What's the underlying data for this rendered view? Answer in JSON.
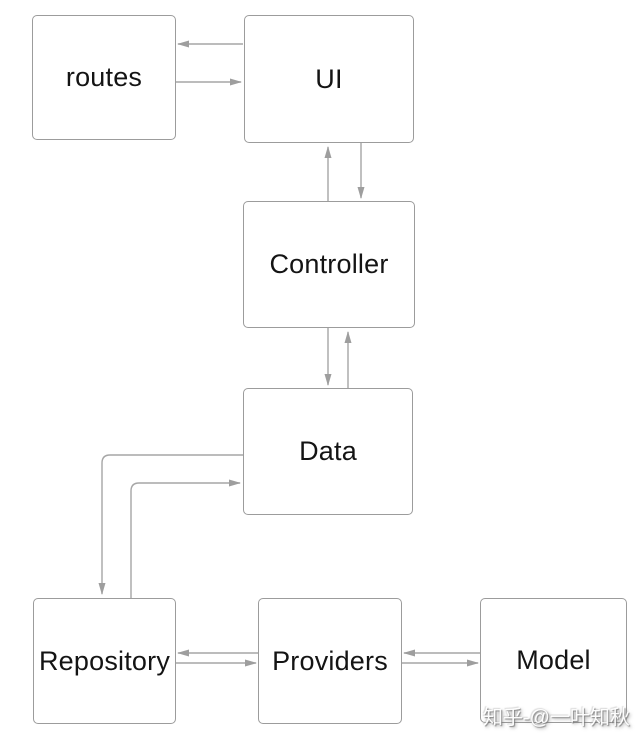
{
  "diagram": {
    "colors": {
      "background": "#ffffff",
      "box_fill": "#ffffff",
      "box_border": "#9c9c9c",
      "arrow": "#a6a6a6",
      "label": "#141414"
    },
    "nodes": {
      "routes": {
        "label": "routes"
      },
      "ui": {
        "label": "UI"
      },
      "controller": {
        "label": "Controller"
      },
      "data": {
        "label": "Data"
      },
      "repository": {
        "label": "Repository"
      },
      "providers": {
        "label": "Providers"
      },
      "model": {
        "label": "Model"
      }
    },
    "edges": [
      {
        "from": "UI",
        "to": "routes"
      },
      {
        "from": "routes",
        "to": "UI"
      },
      {
        "from": "Controller",
        "to": "UI"
      },
      {
        "from": "UI",
        "to": "Controller"
      },
      {
        "from": "Controller",
        "to": "Data"
      },
      {
        "from": "Data",
        "to": "Controller"
      },
      {
        "from": "Data",
        "to": "Repository"
      },
      {
        "from": "Repository",
        "to": "Data"
      },
      {
        "from": "Providers",
        "to": "Repository"
      },
      {
        "from": "Repository",
        "to": "Providers"
      },
      {
        "from": "Model",
        "to": "Providers"
      },
      {
        "from": "Providers",
        "to": "Model"
      }
    ]
  },
  "watermark": {
    "text": "知乎-@一叶知秋"
  }
}
